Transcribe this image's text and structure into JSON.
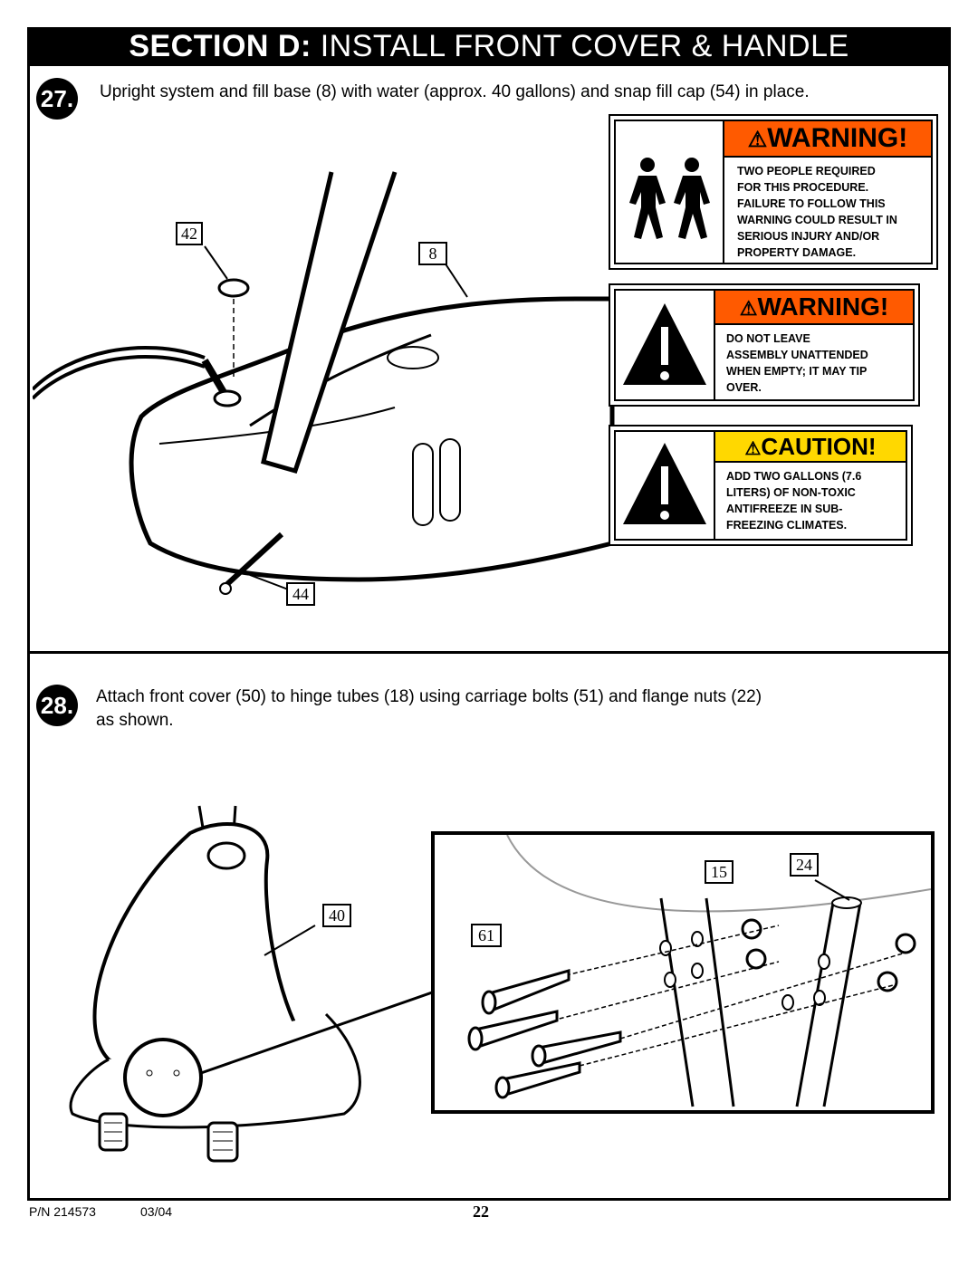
{
  "header": {
    "title_bold": "SECTION D:",
    "title_rest": " INSTALL FRONT COVER & HANDLE"
  },
  "step27": {
    "number": "27.",
    "text": "Upright system and fill base (8) with water (approx. 40 gallons)  and snap fill cap (54) in place.",
    "callouts": {
      "fill_cap": "42",
      "base": "8",
      "drain": "44"
    }
  },
  "signs": {
    "two_people": {
      "heading": "WARNING!",
      "lines": [
        "TWO PEOPLE REQUIRED",
        "FOR THIS PROCEDURE.",
        "FAILURE TO FOLLOW THIS",
        "WARNING COULD RESULT IN",
        "SERIOUS INJURY AND/OR",
        "PROPERTY DAMAGE."
      ]
    },
    "unattended": {
      "heading": "WARNING!",
      "lines": [
        "DO NOT LEAVE",
        "ASSEMBLY UNATTENDED",
        "WHEN EMPTY; IT MAY TIP",
        "OVER."
      ]
    },
    "antifreeze": {
      "heading": "CAUTION!",
      "lines": [
        "ADD TWO GALLONS (7.6",
        "LITERS) OF NON-TOXIC",
        "ANTIFREEZE IN SUB-",
        "FREEZING CLIMATES."
      ]
    },
    "colors": {
      "warning": "#ff5a00",
      "caution": "#ffd800"
    }
  },
  "step28": {
    "number": "28.",
    "text_line1": "Attach front cover (50) to hinge tubes (18) using carriage bolts (51) and flange nuts (22)",
    "text_line2": "as shown.",
    "callouts": {
      "cover": "40",
      "bolts": "61",
      "tube_left": "15",
      "tube_right": "24"
    }
  },
  "footer": {
    "part_number": "P/N 214573",
    "date": "03/04",
    "page": "22"
  }
}
